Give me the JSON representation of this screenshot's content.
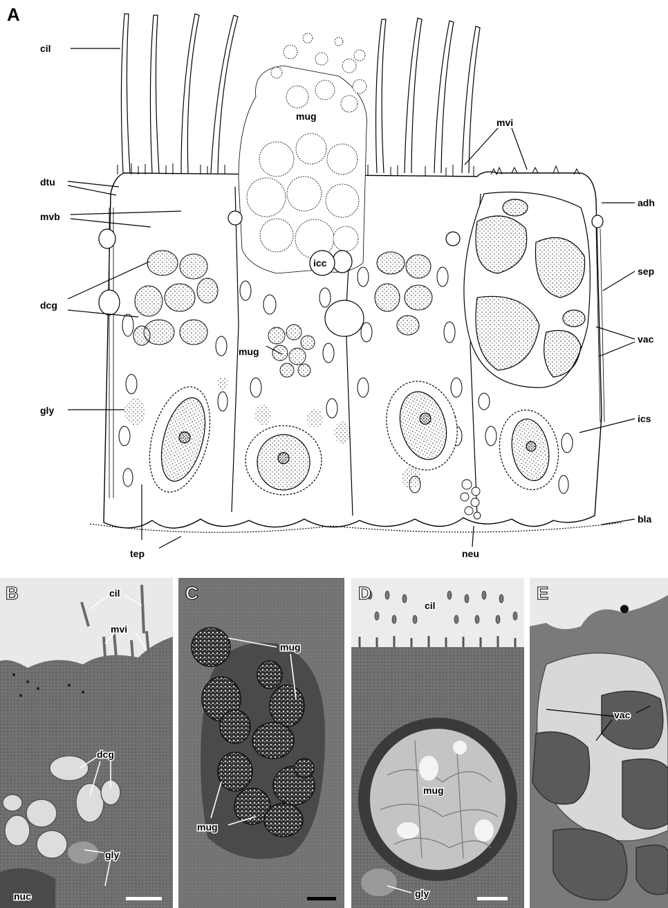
{
  "panels": {
    "A": {
      "letter": "A",
      "labels": {
        "cil": "cil",
        "dtu": "dtu",
        "mvb": "mvb",
        "dcg": "dcg",
        "gly": "gly",
        "tep": "tep",
        "mug": "mug",
        "mug2": "mug",
        "icc": "icc",
        "mvi": "mvi",
        "adh": "adh",
        "sep": "sep",
        "vac": "vac",
        "ics": "ics",
        "bla": "bla",
        "neu": "neu"
      }
    },
    "B": {
      "letter": "B",
      "labels": {
        "cil": "cil",
        "mvi": "mvi",
        "dcg": "dcg",
        "gly": "gly",
        "nuc": "nuc"
      }
    },
    "C": {
      "letter": "C",
      "labels": {
        "mug_top": "mug",
        "mug_bottom": "mug"
      }
    },
    "D": {
      "letter": "D",
      "labels": {
        "cil": "cil",
        "mug": "mug",
        "gly": "gly"
      }
    },
    "E": {
      "letter": "E",
      "labels": {
        "vac": "vac"
      }
    }
  }
}
